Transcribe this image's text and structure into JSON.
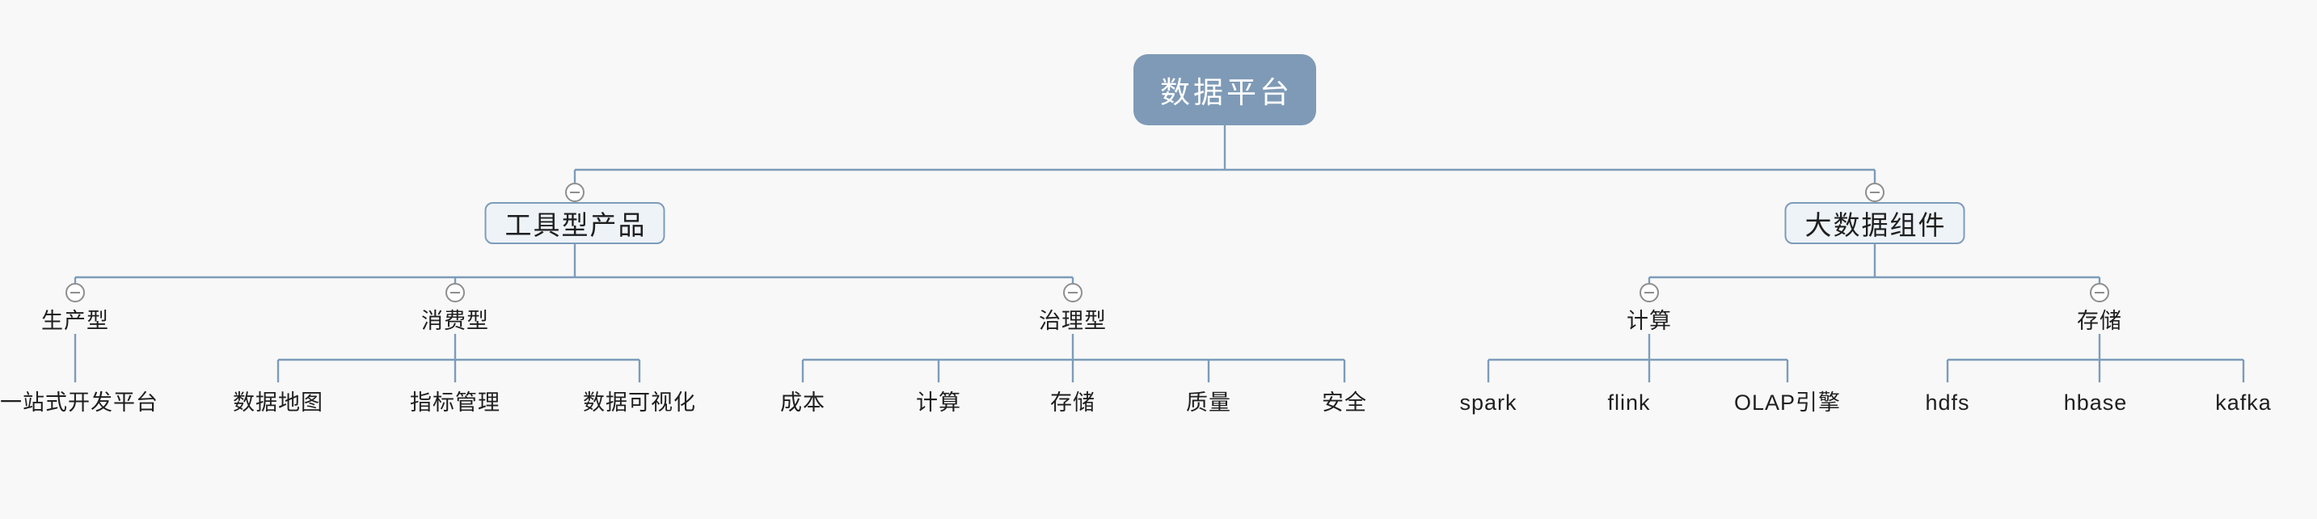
{
  "diagram": {
    "type": "mindmap-org-tree",
    "collapse_icon_glyph": "minus-in-circle"
  },
  "theme": {
    "background": "#f8f8f8",
    "line": "#7d9cba",
    "root_fill": "#7e9ab6",
    "root_text": "#ffffff",
    "node_fill": "#eef3f8",
    "node_border": "#7d9cba",
    "text": "#1f1f1f",
    "icon_color": "#8e8e8e"
  },
  "mindmap": {
    "root": {
      "label": "数据平台",
      "children": [
        {
          "label": "工具型产品",
          "collapsed": false,
          "children": [
            {
              "label": "生产型",
              "collapsed": false,
              "children": [
                {
                  "label": "一站式开发平台"
                }
              ]
            },
            {
              "label": "消费型",
              "collapsed": false,
              "children": [
                {
                  "label": "数据地图"
                },
                {
                  "label": "指标管理"
                },
                {
                  "label": "数据可视化"
                }
              ]
            },
            {
              "label": "治理型",
              "collapsed": false,
              "children": [
                {
                  "label": "成本"
                },
                {
                  "label": "计算"
                },
                {
                  "label": "存储"
                },
                {
                  "label": "质量"
                },
                {
                  "label": "安全"
                }
              ]
            }
          ]
        },
        {
          "label": "大数据组件",
          "collapsed": false,
          "children": [
            {
              "label": "计算",
              "collapsed": false,
              "children": [
                {
                  "label": "spark"
                },
                {
                  "label": "flink"
                },
                {
                  "label": "OLAP引擎"
                }
              ]
            },
            {
              "label": "存储",
              "collapsed": false,
              "children": [
                {
                  "label": "hdfs"
                },
                {
                  "label": "hbase"
                },
                {
                  "label": "kafka"
                }
              ]
            }
          ]
        }
      ]
    }
  }
}
